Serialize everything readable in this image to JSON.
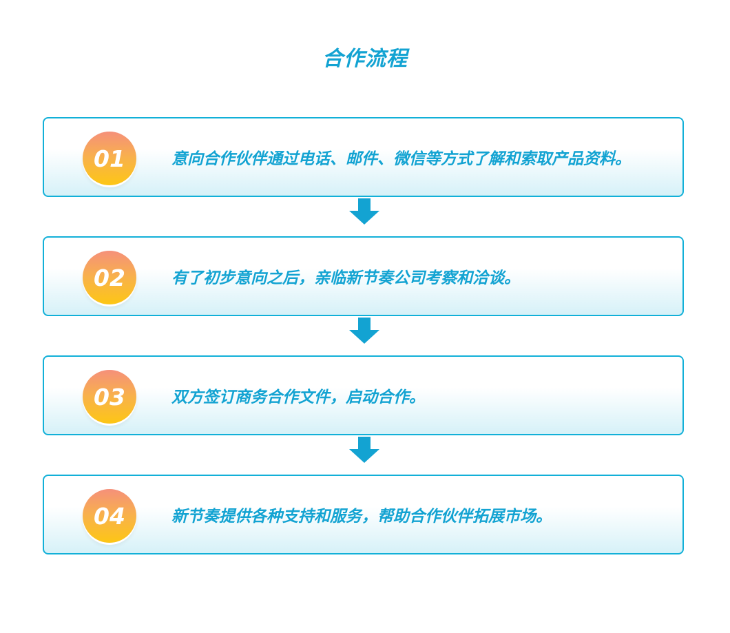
{
  "title": "合作流程",
  "colors": {
    "accent": "#13a3d2",
    "border": "#12b0d8",
    "badge_top": "#f5907a",
    "badge_bottom": "#fdc615"
  },
  "steps": [
    {
      "number": "01",
      "text": "意向合作伙伴通过电话、邮件、微信等方式了解和索取产品资料。"
    },
    {
      "number": "02",
      "text": "有了初步意向之后，亲临新节奏公司考察和洽谈。"
    },
    {
      "number": "03",
      "text": "双方签订商务合作文件，启动合作。"
    },
    {
      "number": "04",
      "text": "新节奏提供各种支持和服务，帮助合作伙伴拓展市场。"
    }
  ],
  "arrow_icon": "arrow-down-icon"
}
